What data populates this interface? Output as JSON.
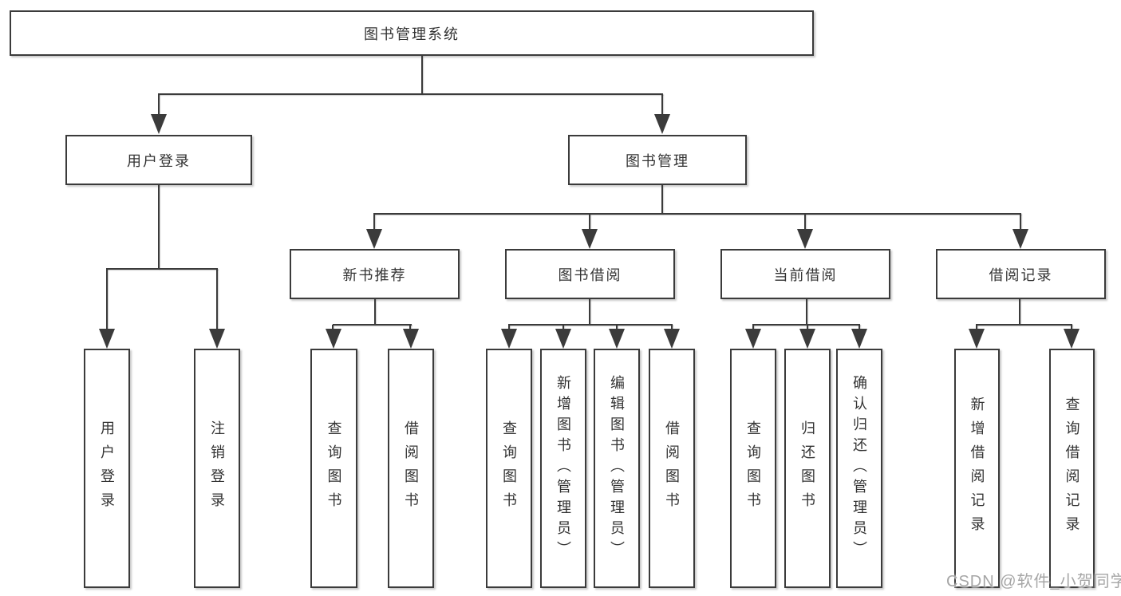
{
  "diagram": {
    "title": "图书管理系统",
    "colors": {
      "border": "#3b3b3b",
      "text": "#333333",
      "background": "#ffffff",
      "watermark": "#a6a6a6"
    },
    "nodes": {
      "root": {
        "label": "图书管理系统"
      },
      "user_login": {
        "label": "用户登录"
      },
      "book_management": {
        "label": "图书管理"
      },
      "new_book_recommendation": {
        "label": "新书推荐"
      },
      "book_borrowing": {
        "label": "图书借阅"
      },
      "current_borrowing": {
        "label": "当前借阅"
      },
      "borrowing_records": {
        "label": "借阅记录"
      }
    },
    "leaves": {
      "user_login": [
        "用户登录",
        "注销登录"
      ],
      "new_book_recommendation": [
        "查询图书",
        "借阅图书"
      ],
      "book_borrowing": [
        "查询图书",
        "新增图书（管理员）",
        "编辑图书（管理员）",
        "借阅图书"
      ],
      "current_borrowing": [
        "查询图书",
        "归还图书",
        "确认归还（管理员）"
      ],
      "borrowing_records": [
        "新增借阅记录",
        "查询借阅记录"
      ]
    },
    "watermark": "CSDN @软件_小贺同学"
  }
}
